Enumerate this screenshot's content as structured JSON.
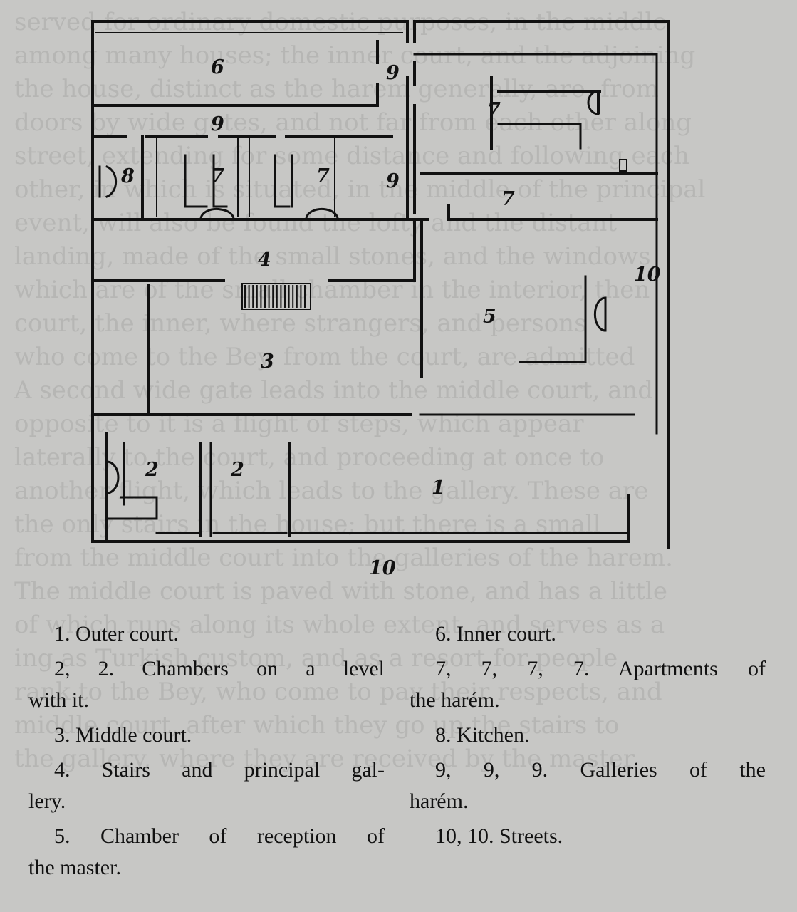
{
  "background_text": [
    "served for ordinary domestic purposes, in the middle",
    "among many houses; the inner court, and the adjoining",
    "the house, distinct as the harem generally, are, from",
    "doors by wide gates, and not far from each other along",
    "street, extending for some distance and following each",
    "other, in which is situated, in the middle of the principal",
    "event, will also be found the lofty and the distant",
    "landing, made of the small stones, and the windows",
    "which are of the small chamber in the interior, then",
    "court, the inner, where strangers, and persons",
    "who come to the Bey, from the court, are admitted",
    "A second wide gate leads into the middle court, and",
    "opposite to it is a flight of steps, which appear",
    "laterally to the court, and proceeding at once to",
    "another flight, which leads to the gallery. These are",
    "the only stairs in the house; but there is a small",
    "from the middle court into the galleries of the harem.",
    "The middle court is paved with stone, and has a little",
    "of which runs along its whole extent, and serves as a",
    "ing as Turkish custom, and as a resort for people",
    "rank to the Bey, who come to pay their respects, and",
    "middle court, after which they go up the stairs to",
    "the gallery, where they are received by the master."
  ],
  "plan": {
    "labels": [
      {
        "id": "1",
        "text": "1"
      },
      {
        "id": "2a",
        "text": "2"
      },
      {
        "id": "2b",
        "text": "2"
      },
      {
        "id": "3",
        "text": "3"
      },
      {
        "id": "4",
        "text": "4"
      },
      {
        "id": "5",
        "text": "5"
      },
      {
        "id": "6",
        "text": "6"
      },
      {
        "id": "7a",
        "text": "7"
      },
      {
        "id": "7b",
        "text": "7"
      },
      {
        "id": "7c",
        "text": "7"
      },
      {
        "id": "7d",
        "text": "7"
      },
      {
        "id": "8",
        "text": "8"
      },
      {
        "id": "9a",
        "text": "9"
      },
      {
        "id": "9b",
        "text": "9"
      },
      {
        "id": "9c",
        "text": "9"
      },
      {
        "id": "10a",
        "text": "10"
      },
      {
        "id": "10b",
        "text": "10"
      }
    ]
  },
  "legend": {
    "left": [
      {
        "first": "1. Outer court."
      },
      {
        "first": "2, 2. Chambers on a level",
        "cont": "with it."
      },
      {
        "first": "3. Middle court."
      },
      {
        "first": "4. Stairs and principal gal-",
        "cont": "lery."
      },
      {
        "first": "5. Chamber of reception of",
        "cont": "the master."
      }
    ],
    "right": [
      {
        "first": "6. Inner court."
      },
      {
        "first": "7, 7, 7, 7. Apartments of",
        "cont": "the harém."
      },
      {
        "first": "8. Kitchen."
      },
      {
        "first": "9, 9, 9. Galleries of the",
        "cont": "harém."
      },
      {
        "first": "10, 10. Streets."
      }
    ]
  }
}
